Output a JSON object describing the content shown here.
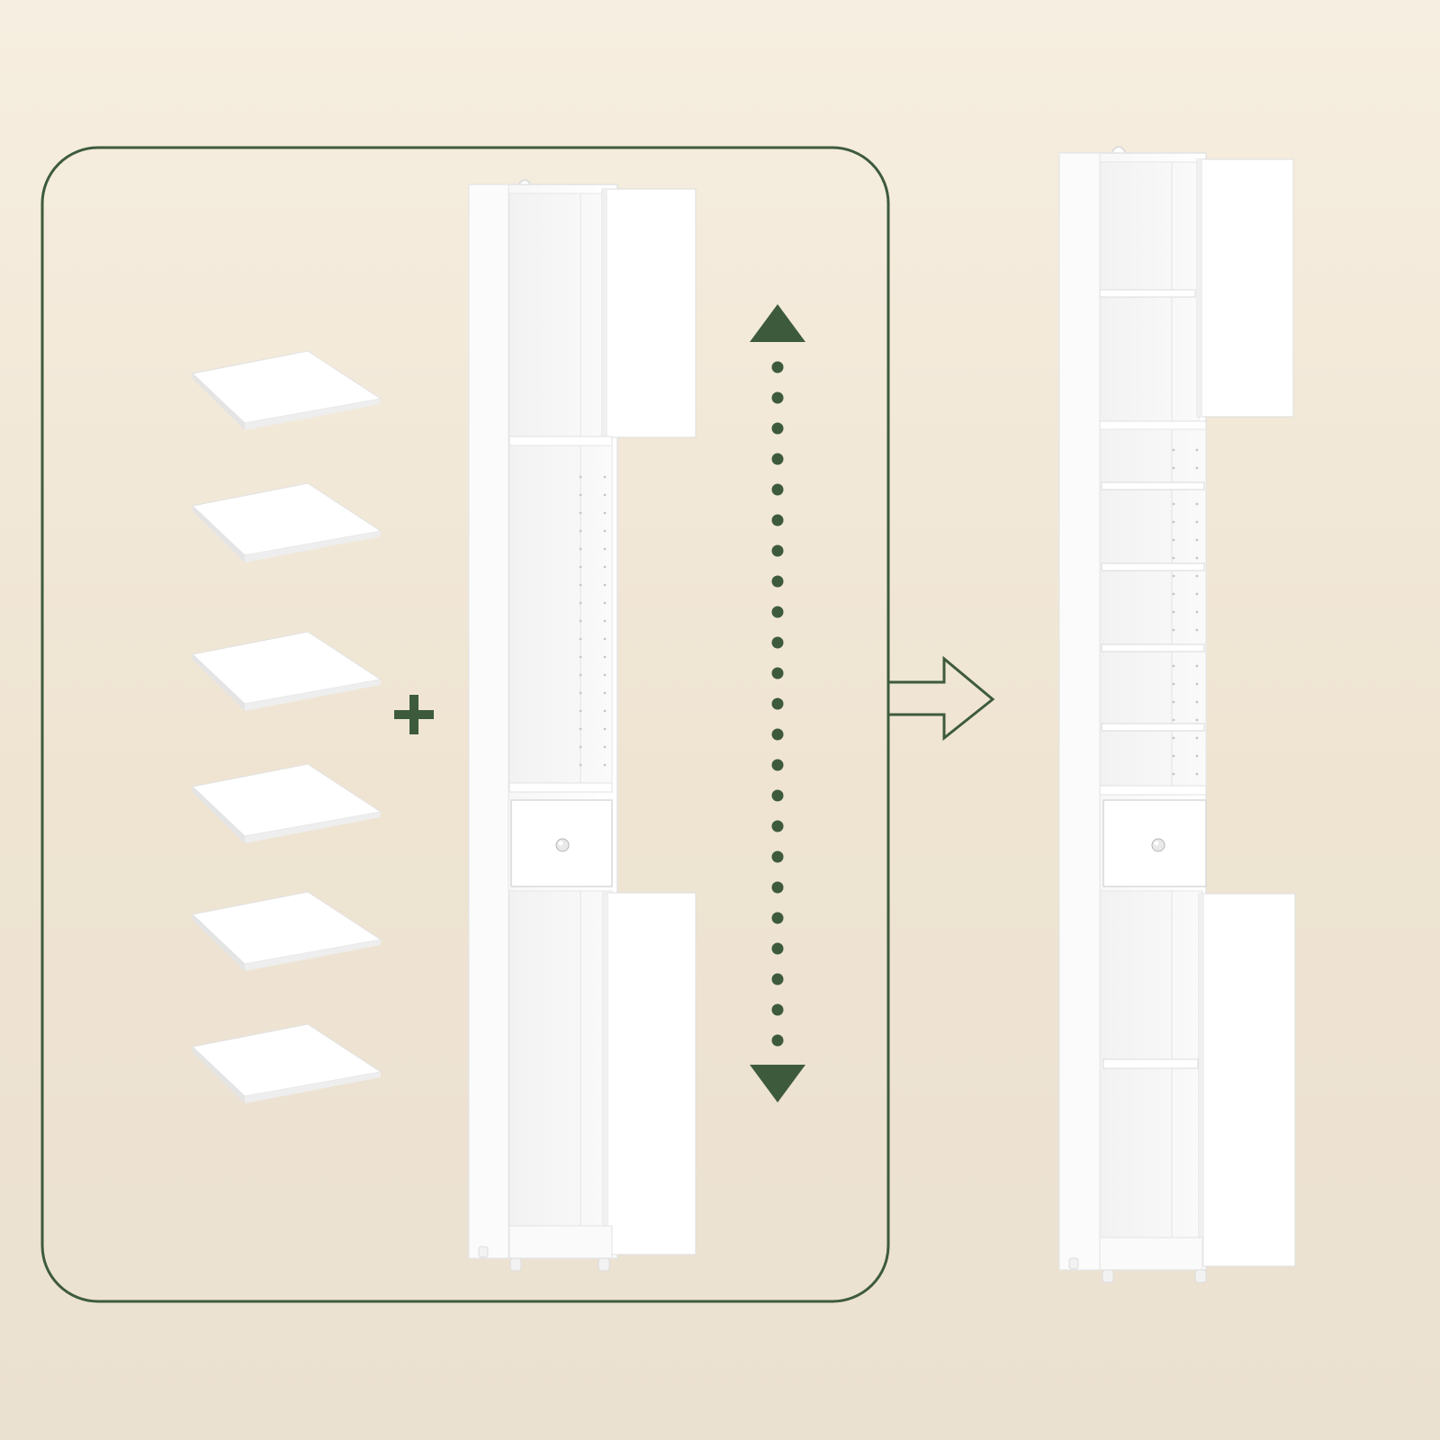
{
  "image": {
    "background_top": "#f6eee0",
    "background_bottom": "#ebe1d1",
    "accent_color": "#3d5b3c",
    "cabinet_color": "#ffffff",
    "cabinet_shadow": "#e9e9e9"
  },
  "left_panel": {
    "loose_shelves_count": 6,
    "plus_icon": "plus-icon",
    "height_adjust_icon": "double-headed-dotted-arrow-icon",
    "cabinet_state": "before-assembly"
  },
  "transition": {
    "icon": "right-outline-arrow-icon"
  },
  "right_panel": {
    "cabinet_state": "assembled-with-shelves",
    "visible_shelves_in_upper_open_section": 4
  }
}
